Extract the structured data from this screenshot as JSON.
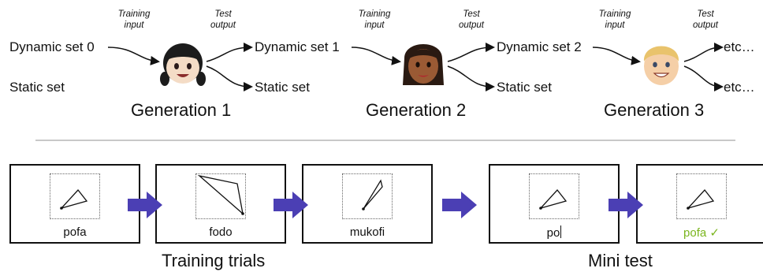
{
  "generations": [
    {
      "input_label": "Dynamic set 0",
      "static_label": "Static set",
      "training_input": [
        "Training",
        "input"
      ],
      "test_output": [
        "Test",
        "output"
      ],
      "output_dynamic": "Dynamic set 1",
      "output_static": "Static set",
      "title": "Generation 1",
      "avatar_skin": "#f4dcc6",
      "avatar_hair": "#1c1c1c"
    },
    {
      "training_input": [
        "Training",
        "input"
      ],
      "test_output": [
        "Test",
        "output"
      ],
      "output_dynamic": "Dynamic set 2",
      "output_static": "Static set",
      "title": "Generation 2",
      "avatar_skin": "#9a5a34",
      "avatar_hair": "#2a1a12"
    },
    {
      "training_input": [
        "Training",
        "input"
      ],
      "test_output": [
        "Test",
        "output"
      ],
      "output_dynamic": "etc…",
      "output_static": "etc…",
      "title": "Generation 3",
      "avatar_skin": "#f5cfa7",
      "avatar_hair": "#e9c36c"
    }
  ],
  "panels": [
    {
      "word": "pofa",
      "shape": "triangle-small"
    },
    {
      "word": "fodo",
      "shape": "triangle-long"
    },
    {
      "word": "mukofi",
      "shape": "triangle-thin"
    },
    {
      "word": "po",
      "shape": "triangle-small",
      "typing": true
    },
    {
      "word": "pofa",
      "shape": "triangle-small",
      "correct": true,
      "check": "✓"
    }
  ],
  "captions": {
    "training": "Training trials",
    "test": "Mini test"
  },
  "colors": {
    "arrow": "#4b3fb4",
    "correct": "#7ab51d",
    "divider": "#c8c8c8"
  }
}
